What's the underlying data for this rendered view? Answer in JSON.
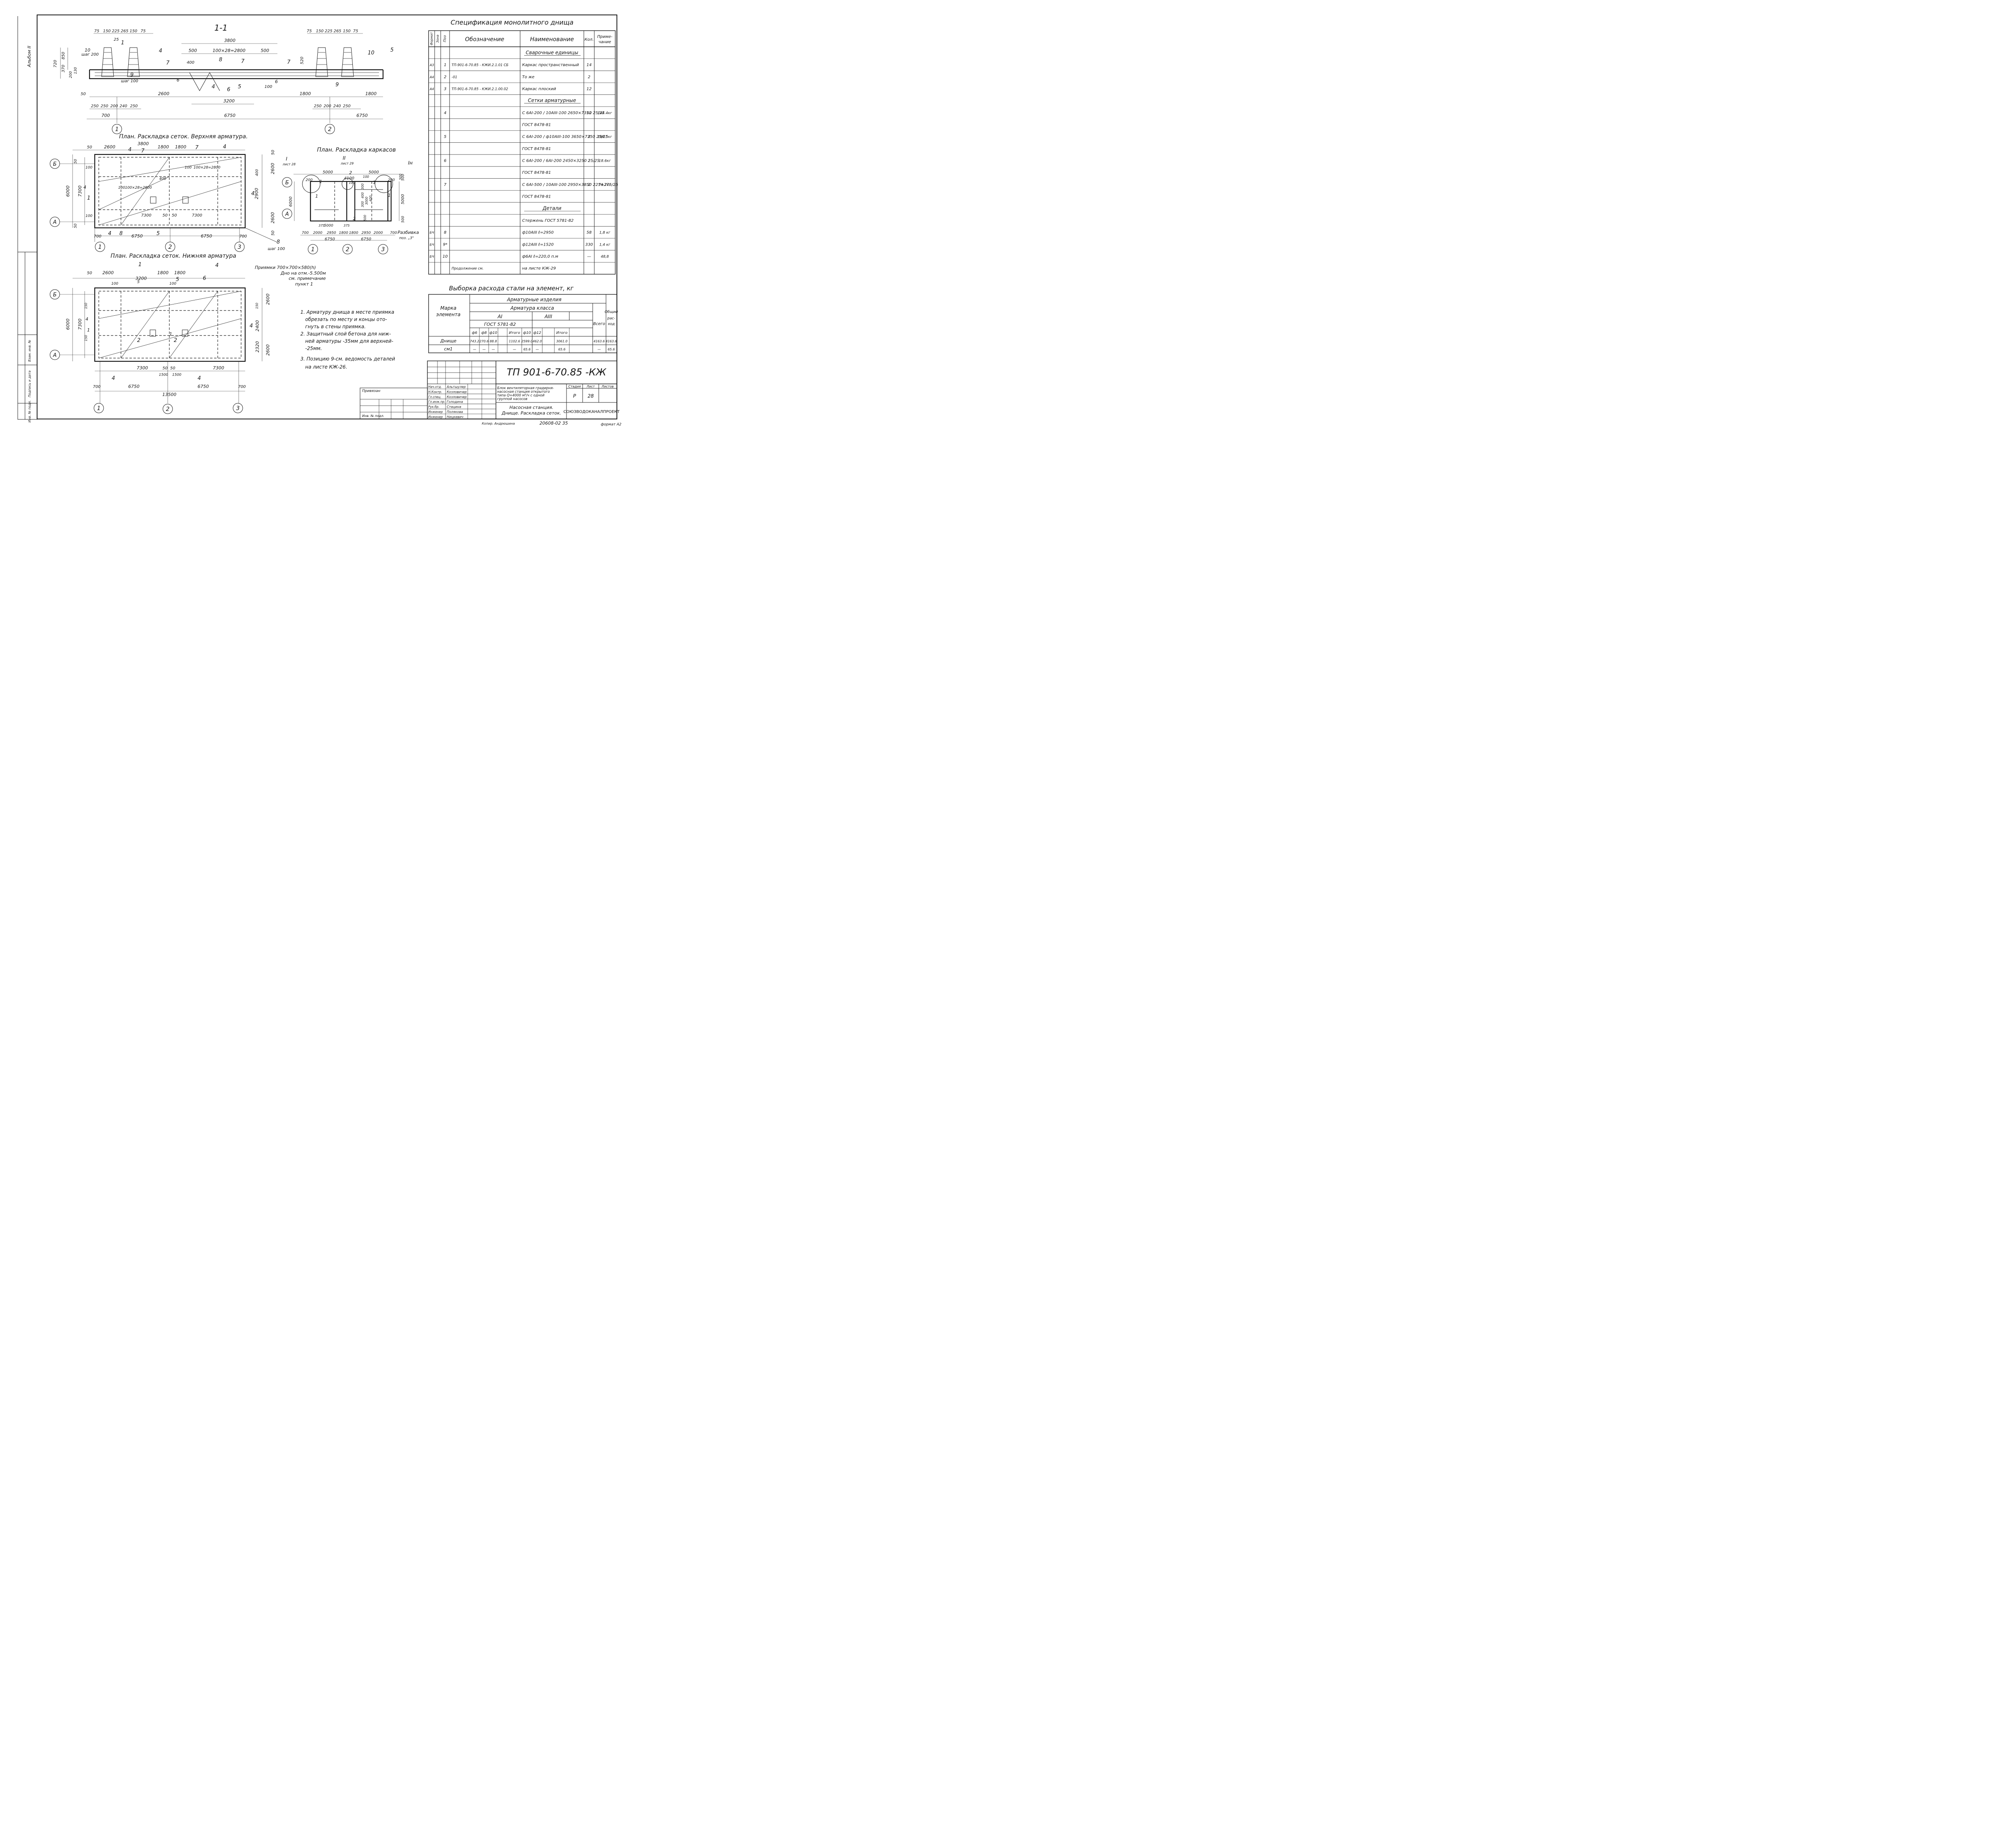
{
  "margin": {
    "album": "Альбом II",
    "left_stamp": [
      "Взам. инв. №",
      "Подпись и дата",
      "Инв. № подл."
    ]
  },
  "section": {
    "title": "1-1",
    "top_dims_left": [
      "75",
      "150",
      "225",
      "265",
      "150",
      "75"
    ],
    "top_dims_right": [
      "75",
      "150",
      "225",
      "265",
      "150",
      "75"
    ],
    "mid_dims": [
      "3800",
      "500",
      "100×28=2800",
      "500"
    ],
    "height_dims": [
      "720",
      "850",
      "370",
      "200",
      "130",
      "520"
    ],
    "small_dims": [
      "25",
      "400",
      "100",
      "50"
    ],
    "callouts": [
      "1",
      "4",
      "7",
      "8",
      "7",
      "7",
      "10",
      "5",
      "6",
      "4",
      "6",
      "5",
      "6",
      "9",
      "9",
      "10"
    ],
    "step_labels": [
      "шаг 200",
      "шаг 100"
    ],
    "bottom_dims_1": [
      "2600",
      "1800",
      "1800"
    ],
    "bottom_dims_2": [
      "3200"
    ],
    "bottom_dims_3": [
      "250",
      "250",
      "200",
      "240",
      "250"
    ],
    "bottom_dims_3r": [
      "250",
      "200",
      "240",
      "250"
    ],
    "bottom_dims_4": [
      "700",
      "6750",
      "6750"
    ],
    "axes": [
      "1",
      "2"
    ]
  },
  "plan_top": {
    "title": "План. Раскладка сеток. Верхняя арматура.",
    "dims_top": [
      "50",
      "2600",
      "3800",
      "1800",
      "1800"
    ],
    "callouts": [
      "4",
      "7",
      "7",
      "4",
      "4",
      "4",
      "1",
      "8",
      "5",
      "4"
    ],
    "inner_dims": [
      "400",
      "100",
      "100×28=2800",
      "100",
      "100×28=2800",
      "7300",
      "7300",
      "50",
      "50"
    ],
    "dims_left": [
      "6000",
      "7300",
      "100",
      "100",
      "50",
      "50"
    ],
    "dims_right": [
      "50",
      "2600",
      "400",
      "2900",
      "2600",
      "50"
    ],
    "dims_bottom": [
      "700",
      "6750",
      "6750",
      "700"
    ],
    "rows": [
      "Б",
      "А"
    ],
    "axes": [
      "1",
      "2",
      "3"
    ],
    "note": [
      "8",
      "шаг 100"
    ]
  },
  "plan_frames": {
    "title": "План. Раскладка каркасов",
    "node_labels": [
      "I",
      "лист 28",
      "II",
      "лист 29",
      "Iн"
    ],
    "dims_top": [
      "200",
      "5000",
      "4100",
      "5000",
      "200"
    ],
    "inner": [
      "1",
      "1",
      "2",
      "1",
      "100",
      "100",
      "300",
      "400",
      "300",
      "3000",
      "400",
      "500",
      "500",
      "375",
      "375",
      "2",
      "1"
    ],
    "dims_left": [
      "6000"
    ],
    "dims_right": [
      "500",
      "5000",
      "500"
    ],
    "dims_bottom": [
      "700",
      "2000",
      "2950",
      "1800",
      "1800",
      "2950",
      "2000",
      "700",
      "5000",
      "6750",
      "6750"
    ],
    "rows": [
      "Б",
      "А"
    ],
    "axes": [
      "1",
      "2",
      "3"
    ],
    "razbivka": [
      "Разбивка",
      "поз. „3\""
    ]
  },
  "plan_bottom": {
    "title": "План. Раскладка сеток. Нижняя арматура",
    "pit_note": [
      "Приямки 700×700×580(h)",
      "Дно на отм.-5.500м",
      "см. примечание",
      "пункт 1"
    ],
    "dims_top": [
      "50",
      "2600",
      "3200",
      "1800",
      "1800"
    ],
    "callouts": [
      "1",
      "5",
      "6",
      "4",
      "5",
      "4",
      "4",
      "4",
      "4",
      "2",
      "2",
      "1",
      "1"
    ],
    "inner_dims": [
      "100",
      "100",
      "1500",
      "1500",
      "7300",
      "7300",
      "50",
      "50"
    ],
    "dims_left": [
      "6000",
      "7300",
      "150",
      "150"
    ],
    "dims_right": [
      "150",
      "2600",
      "2400",
      "2320",
      "2600"
    ],
    "dims_bottom": [
      "700",
      "6750",
      "6750",
      "700",
      "13500"
    ],
    "rows": [
      "Б",
      "А"
    ],
    "axes": [
      "1",
      "2",
      "3"
    ]
  },
  "notes": [
    "1. Арматуру днища в месте приямка",
    "обрезать по месту и концы ото-",
    "гнуть в стены приямка.",
    "2. Защитный слой бетона для ниж-",
    "ней арматуры -35мм для верхней-",
    "-25мм.",
    "3. Позицию 9-см. ведомость деталей",
    "на листе КЖ-26."
  ],
  "spec": {
    "title": "Спецификация монолитного днища",
    "headers": [
      "Формат",
      "Зона",
      "Поз",
      "Обозначение",
      "Наименование",
      "Кол.",
      "Приме-",
      "чание"
    ],
    "rows": [
      {
        "fmt": "",
        "zone": "",
        "pos": "",
        "code": "",
        "name": "Сварочные единицы",
        "qty": "",
        "note": "",
        "underline": true
      },
      {
        "fmt": "А3",
        "zone": "",
        "pos": "1",
        "code": "ТП-901-6-70.85 - КЖИ.2.1.01 СБ",
        "name": "Каркас пространственный",
        "qty": "14",
        "note": ""
      },
      {
        "fmt": "А4",
        "zone": "",
        "pos": "2",
        "code": "-01",
        "name": "То же",
        "qty": "2",
        "note": ""
      },
      {
        "fmt": "А4",
        "zone": "",
        "pos": "3",
        "code": "ТП-901-6-70.85 - КЖИ.2.1.00.02",
        "name": "Каркас плоский",
        "qty": "12",
        "note": ""
      },
      {
        "fmt": "",
        "zone": "",
        "pos": "",
        "code": "",
        "name": "Сетки арматурные",
        "qty": "",
        "note": "",
        "underline": true
      },
      {
        "fmt": "",
        "zone": "",
        "pos": "4",
        "code": "",
        "name": "С 6AI-200 / 10AIII-100 2650×7350 25/25",
        "qty": "12",
        "note": "144.4кг"
      },
      {
        "fmt": "",
        "zone": "",
        "pos": "",
        "code": "",
        "name": "ГОСТ 8478-81",
        "qty": "",
        "note": ""
      },
      {
        "fmt": "",
        "zone": "",
        "pos": "5",
        "code": "",
        "name": "С 6AI-200 / ф10AIII-100 3650×7350 25/25",
        "qty": "2",
        "note": "198.5кг"
      },
      {
        "fmt": "",
        "zone": "",
        "pos": "",
        "code": "",
        "name": "ГОСТ 8478-81",
        "qty": "",
        "note": ""
      },
      {
        "fmt": "",
        "zone": "",
        "pos": "6",
        "code": "",
        "name": "С 6AI-200 / 6AI-200 2450×3250 25/25",
        "qty": "2",
        "note": "18.6кг"
      },
      {
        "fmt": "",
        "zone": "",
        "pos": "",
        "code": "",
        "name": "ГОСТ 8478-81",
        "qty": "",
        "note": ""
      },
      {
        "fmt": "",
        "zone": "",
        "pos": "7",
        "code": "",
        "name": "С 6AI-500 / 10AIII-100 2950×3850 225+275/25",
        "qty": "2",
        "note": "76.7кг"
      },
      {
        "fmt": "",
        "zone": "",
        "pos": "",
        "code": "",
        "name": "ГОСТ 8478-81",
        "qty": "",
        "note": ""
      },
      {
        "fmt": "",
        "zone": "",
        "pos": "",
        "code": "",
        "name": "Детали",
        "qty": "",
        "note": "",
        "underline": true
      },
      {
        "fmt": "",
        "zone": "",
        "pos": "",
        "code": "",
        "name": "Стержень ГОСТ 5781-82",
        "qty": "",
        "note": ""
      },
      {
        "fmt": "БЧ",
        "zone": "",
        "pos": "8",
        "code": "",
        "name": "ф10AIII  ℓ=2950",
        "qty": "58",
        "note": "1,8 кг"
      },
      {
        "fmt": "БЧ",
        "zone": "",
        "pos": "9*",
        "code": "",
        "name": "ф12AIII  ℓ=1520",
        "qty": "330",
        "note": "1,4 кг"
      },
      {
        "fmt": "БЧ",
        "zone": "",
        "pos": "10",
        "code": "",
        "name": "ф6AI  ℓ=220,0 п.м",
        "qty": "—",
        "note": "48,8"
      },
      {
        "fmt": "",
        "zone": "",
        "pos": "",
        "code": "Продолжение см.",
        "name": "на листе КЖ-29",
        "qty": "",
        "note": ""
      }
    ]
  },
  "steel": {
    "title": "Выборка расхода стали на элемент, кг",
    "h_mark": [
      "Марка",
      "элемента"
    ],
    "h_products": "Арматурные изделия",
    "h_class": "Арматура класса",
    "h_ai": "AI",
    "h_aiii": "AIII",
    "h_gost": "ГОСТ 5781-82",
    "h_total": "Всего",
    "h_common": [
      "Общий",
      "рас-",
      "ход"
    ],
    "sub": [
      "ф6",
      "ф8",
      "ф10",
      "",
      "Итого",
      "ф10",
      "ф12",
      "",
      "Итого"
    ],
    "rows": [
      {
        "name": "Днище",
        "vals": [
          "743.2",
          "270.6",
          "88.8",
          "",
          "1102.6",
          "2599.0",
          "462.0",
          "",
          "3061.0"
        ],
        "total": "4163.6",
        "common": "4163.6"
      },
      {
        "name": "см1",
        "vals": [
          "—",
          "—",
          "—",
          "",
          "—",
          "65.6",
          "—",
          "",
          "65.6"
        ],
        "total": "—",
        "common": "65.6"
      }
    ]
  },
  "titleblock": {
    "code": "ТП 901-6-70.85 -КЖ",
    "privyazan": "Привязан",
    "inv": "Инв. № подл.",
    "staff": [
      {
        "role": "Нач.отд.",
        "name": "Альтшулер"
      },
      {
        "role": "Н.Контр.",
        "name": "Козловичер"
      },
      {
        "role": "Гл.спец.",
        "name": "Козловичер"
      },
      {
        "role": "Гл.инж.пр.",
        "name": "Голодина"
      },
      {
        "role": "Рук.бр.",
        "name": "Стацина"
      },
      {
        "role": "Инженер",
        "name": "Полякова"
      },
      {
        "role": "Инженер",
        "name": "Ницкевич"
      }
    ],
    "object": [
      "Блок вентиляторная градирня-",
      "насосная станция открытого",
      "типа Q=4000 м³/ч с одной",
      "группой насосов"
    ],
    "sheet_title": [
      "Насосная станция.",
      "Днище. Раскладка сеток."
    ],
    "stage_h": "Стадия",
    "sheet_h": "Лист",
    "sheets_h": "Листов",
    "stage": "Р",
    "sheet": "28",
    "sheets": "",
    "org": "СОЮЗВОДОКАНАЛПРОЕКТ"
  },
  "footer": {
    "copied": "Копир. Андрюшина",
    "number": "20608-02 35",
    "format": "формат А2"
  }
}
